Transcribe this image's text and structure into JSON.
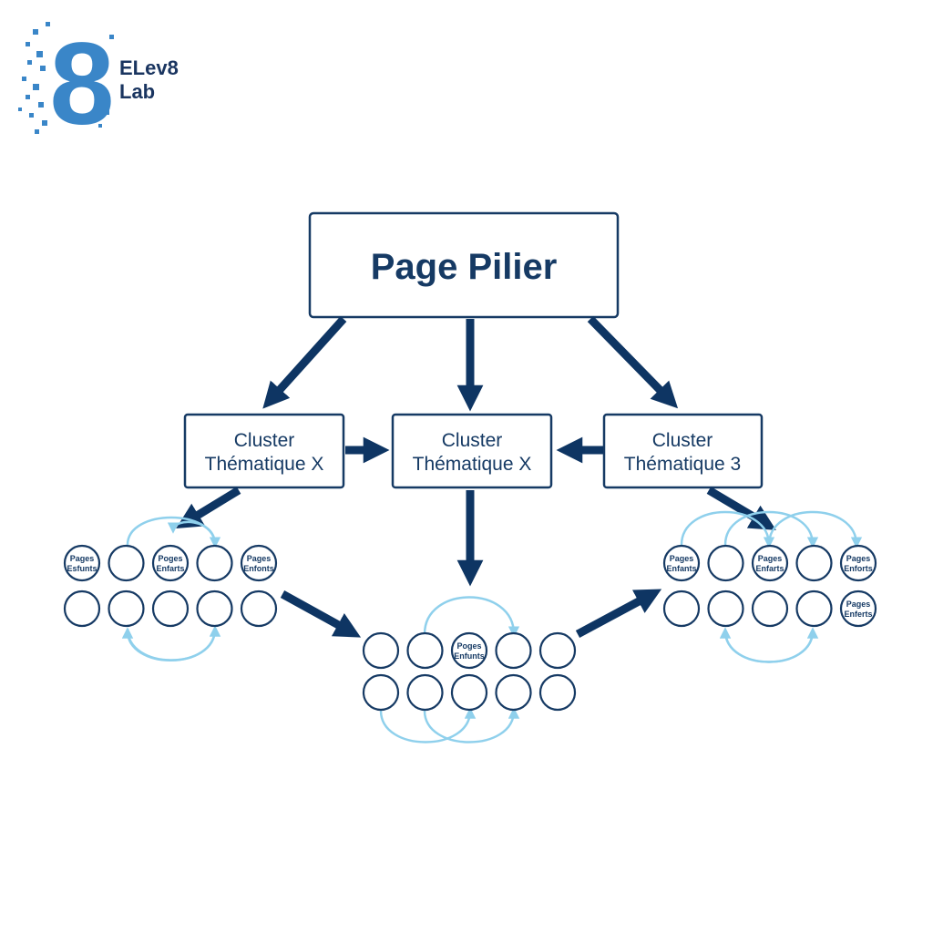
{
  "logo": {
    "text_line1": "ELev8",
    "text_line2": "Lab",
    "mark_letter": "8",
    "accent_color": "#3a86c8",
    "text_color": "#1a3560"
  },
  "pillar": {
    "label": "Page Pilier"
  },
  "clusters": [
    {
      "line1": "Cluster",
      "line2": "Thématique X"
    },
    {
      "line1": "Cluster",
      "line2": "Thématique X"
    },
    {
      "line1": "Cluster",
      "line2": "Thématique 3"
    }
  ],
  "child_groups": [
    {
      "row1": [
        [
          "Pages",
          "Esfunts"
        ],
        [
          "",
          ""
        ],
        [
          "Poges",
          "Enfarts"
        ],
        [
          "",
          ""
        ],
        [
          "Pages",
          "Enfonts"
        ]
      ],
      "row2": [
        [
          "",
          ""
        ],
        [
          "",
          ""
        ],
        [
          "",
          ""
        ],
        [
          "",
          ""
        ],
        [
          "",
          ""
        ]
      ]
    },
    {
      "row1": [
        [
          "",
          ""
        ],
        [
          "",
          ""
        ],
        [
          "Poges",
          "Enfunts"
        ],
        [
          "",
          ""
        ],
        [
          "",
          ""
        ]
      ],
      "row2": [
        [
          "",
          ""
        ],
        [
          "",
          ""
        ],
        [
          "",
          ""
        ],
        [
          "",
          ""
        ],
        [
          "",
          ""
        ]
      ]
    },
    {
      "row1": [
        [
          "Pages",
          "Enfants"
        ],
        [
          "",
          ""
        ],
        [
          "Pages",
          "Enfarts"
        ],
        [
          "",
          ""
        ],
        [
          "Pages",
          "Enforts"
        ]
      ],
      "row2": [
        [
          "",
          ""
        ],
        [
          "",
          ""
        ],
        [
          "",
          ""
        ],
        [
          "",
          ""
        ],
        [
          "Pages",
          "Enferts"
        ]
      ]
    }
  ],
  "colors": {
    "dark_navy": "#0e3563",
    "box_stroke": "#163a64",
    "loop_light_blue": "#8fd0ec"
  }
}
